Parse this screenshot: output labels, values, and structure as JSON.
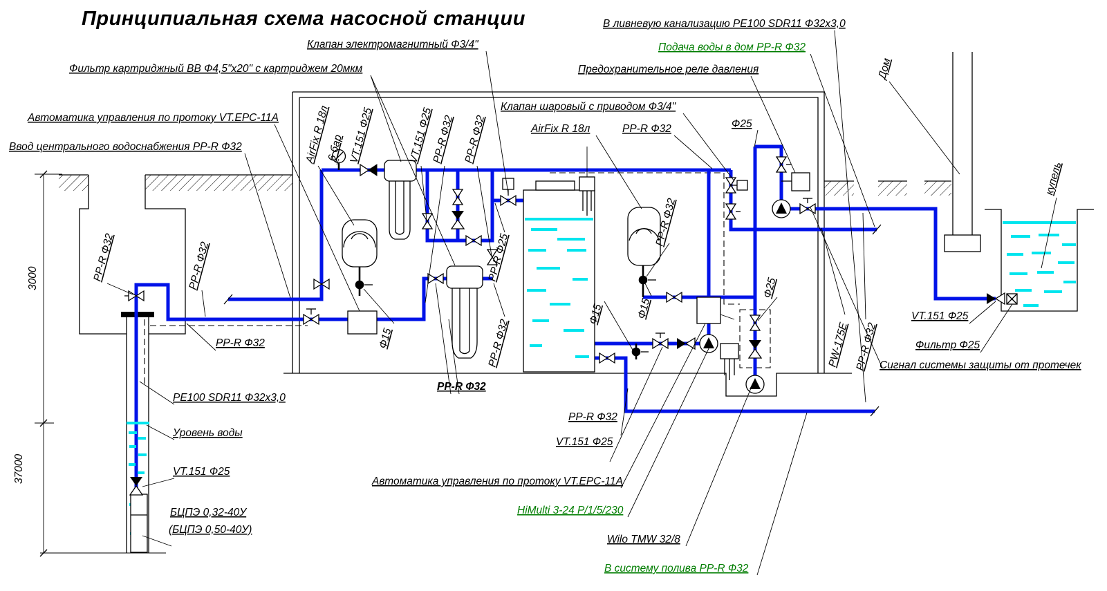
{
  "diagram": {
    "title": "Принципиальная схема насосной станции",
    "callouts": {
      "solenoid_valve": "Клапан электромагнитный Ф3/4\"",
      "cartridge_filter": "Фильтр картриджный BB Ф4,5\"x20\" с картриджем 20мкм",
      "storm_sewer": "В ливневую канализацию PE100 SDR11 Ф32x3,0",
      "house_supply": "Подача воды в дом PP-R Ф32",
      "pressure_relay": "Предохранительное реле давления",
      "motorized_valve": "Клапан шаровый с приводом Ф3/4\"",
      "flow_automation": "Автоматика управления по протоку VT.EPC-11A",
      "central_inlet": "Ввод центрального водоснабжения PP-R Ф32",
      "water_level": "Уровень воды",
      "well_pipe": "PE100 SDR11 Ф32x3,0",
      "leak_signal": "Сигнал системы защиты от протечек",
      "irrigation": "В систему полива PP-R Ф32",
      "filter_f25": "Фильтр Ф25"
    },
    "parts": {
      "airfix": "AirFix R 18л",
      "six_bar": "6 бар",
      "vt151": "VT.151 Ф25",
      "ppr32": "PP-R Ф32",
      "ppr25": "PP-R Ф25",
      "f15": "Ф15",
      "f25": "Ф25",
      "pw175e": "PW-175E",
      "himulti": "HiMulti 3-24 P/1/5/230",
      "wilo": "Wilo TMW 32/8",
      "borehole_pump": "БЦПЭ 0,32-40У",
      "borehole_pump_alt": "(БЦПЭ 0,50-40У)",
      "house": "Дом",
      "pool": "купель"
    },
    "dimensions": {
      "surface_depth": "3000",
      "well_depth": "37000"
    },
    "colors": {
      "pipe": "#0013e8",
      "water": "#00e5ee",
      "label_green": "#007d00",
      "line": "#000000"
    }
  }
}
